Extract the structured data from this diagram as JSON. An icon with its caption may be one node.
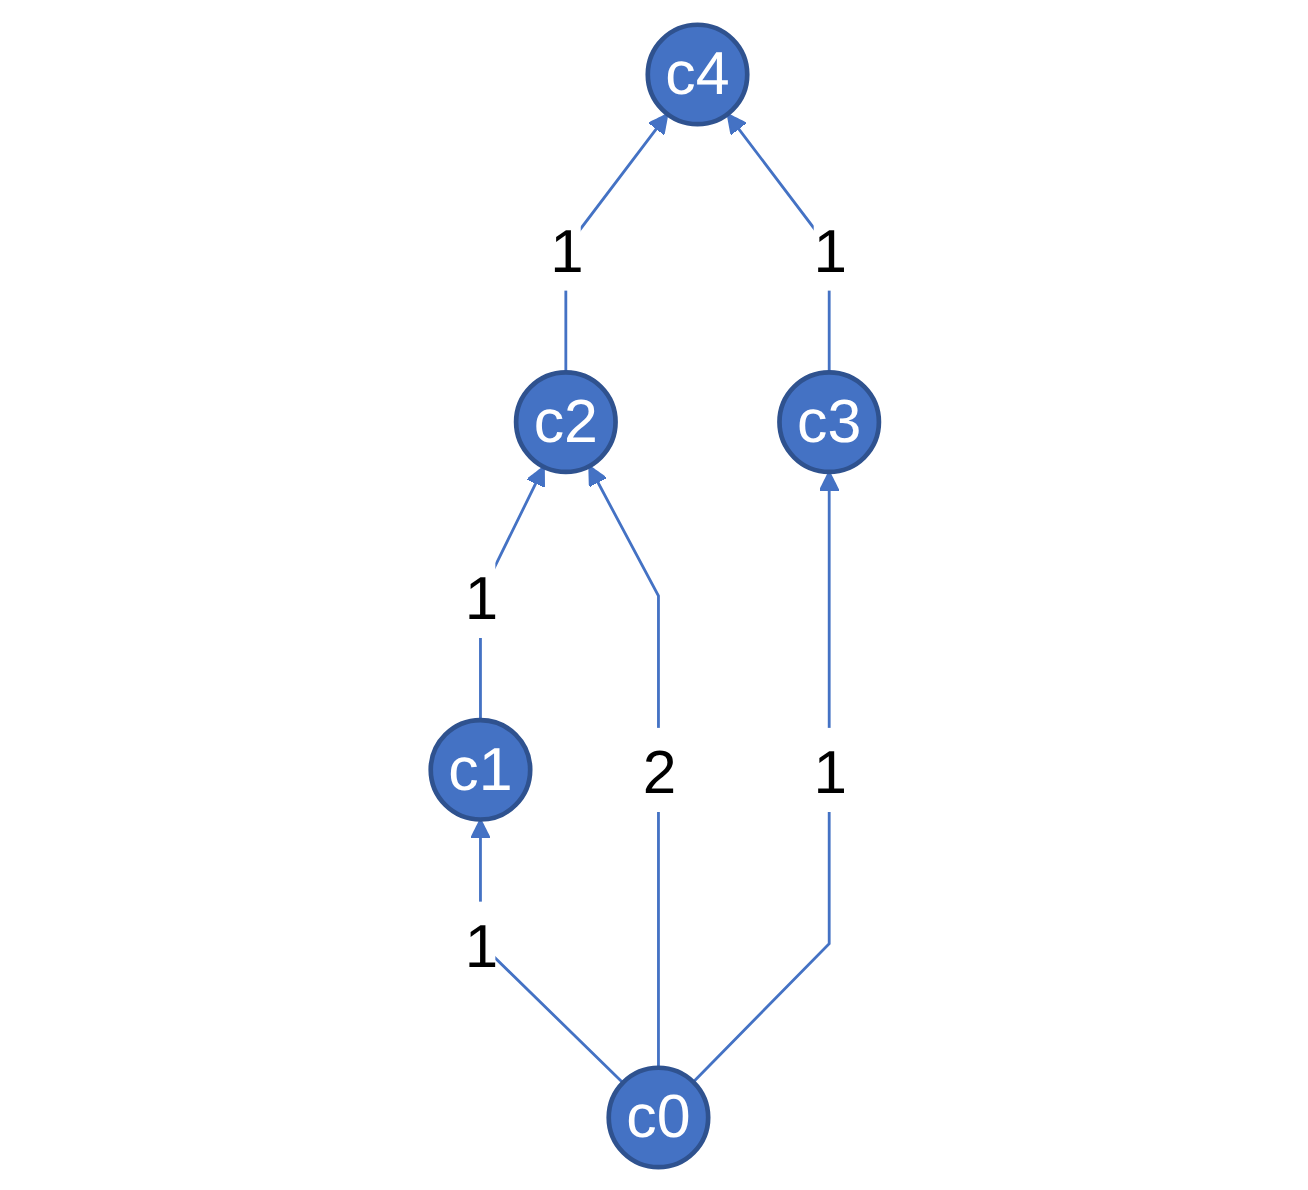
{
  "diagram": {
    "nodes": [
      {
        "text": [
          "c2"
        ]
      },
      {
        "text": [
          "c4"
        ]
      },
      {
        "text": [
          "c1"
        ]
      },
      {
        "text": [
          "c3"
        ]
      },
      {
        "text": [
          "c0"
        ]
      }
    ],
    "edges": [
      {
        "from": 2,
        "to": 0,
        "arrow": "to",
        "label": "1"
      },
      {
        "from": 0,
        "to": 1,
        "arrow": "to",
        "label": "1"
      },
      {
        "from": 4,
        "to": 2,
        "arrow": "to",
        "label": "1"
      },
      {
        "from": 4,
        "to": 0,
        "arrow": "to",
        "label": "2"
      },
      {
        "from": 4,
        "to": 3,
        "arrow": "to",
        "label": "1"
      },
      {
        "from": 3,
        "to": 1,
        "arrow": "to",
        "label": "1"
      }
    ]
  }
}
